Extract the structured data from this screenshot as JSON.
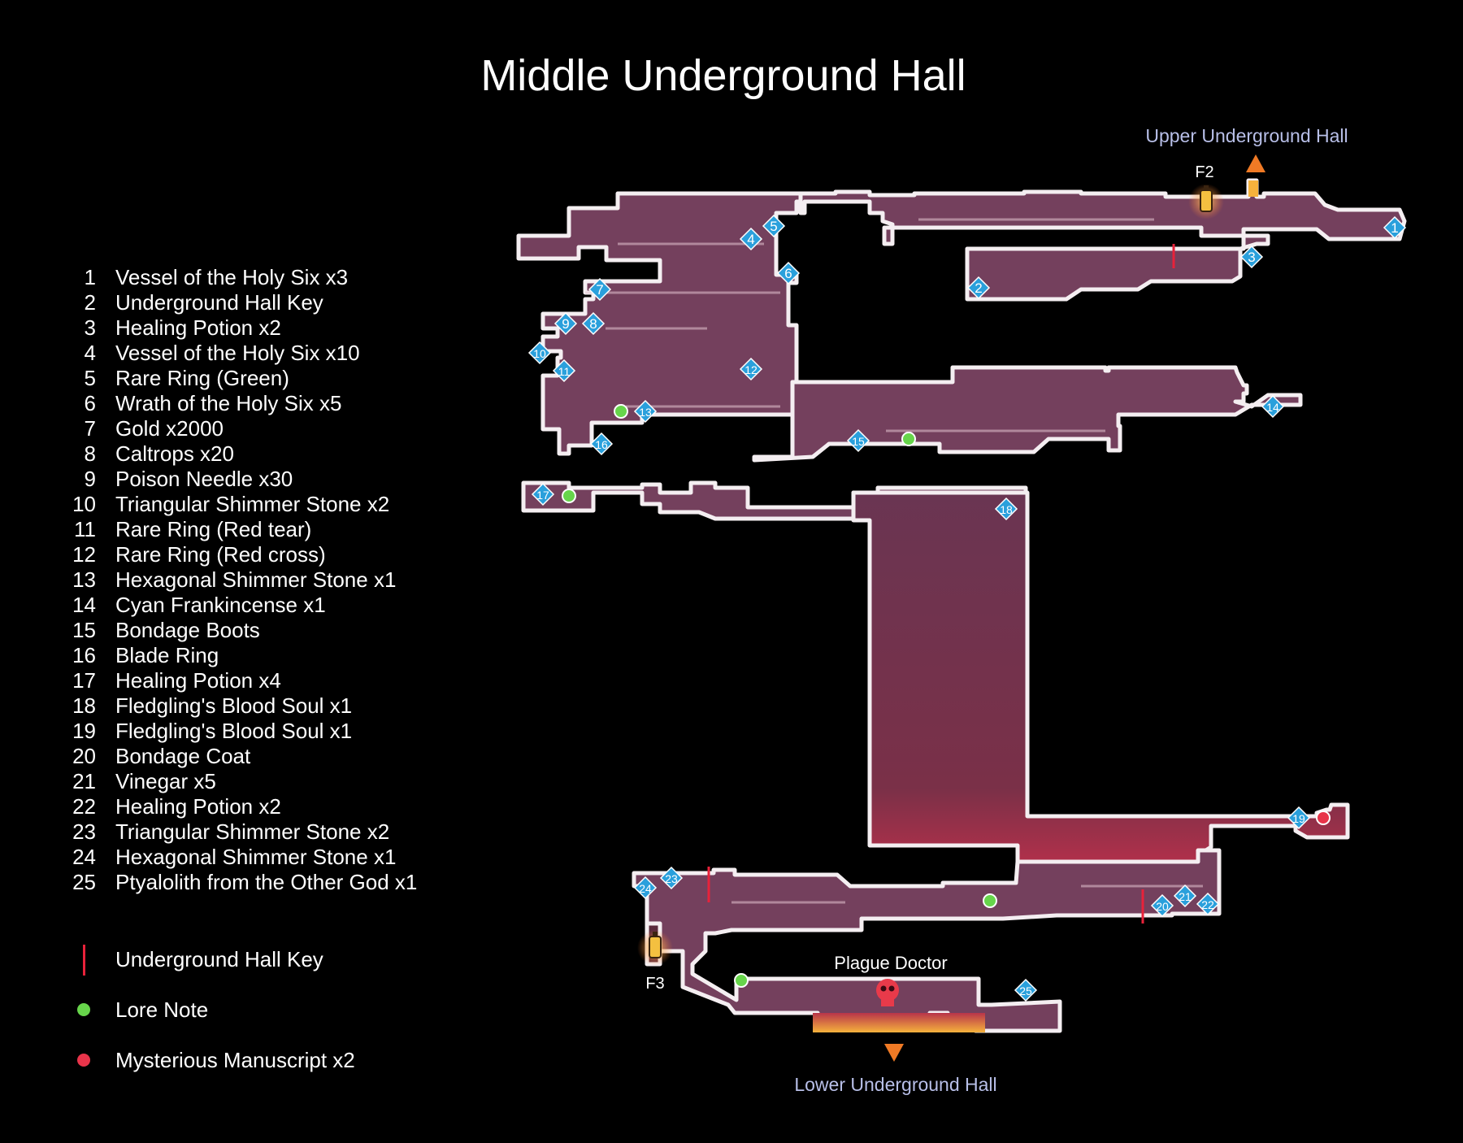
{
  "title": "Middle Underground Hall",
  "colors": {
    "background": "#000000",
    "room_fill": "#74405d",
    "room_edge": "#f4eef1",
    "lava": "#f2a93a",
    "marker": "#2aa0dc",
    "lore_note": "#67d54b",
    "manuscript": "#e8344a",
    "key_mark": "#e8223a",
    "area_link_text": "#b8bfe8",
    "arrow": "#f07a25"
  },
  "legend": [
    {
      "num": "1",
      "label": "Vessel of the Holy Six x3"
    },
    {
      "num": "2",
      "label": "Underground Hall Key"
    },
    {
      "num": "3",
      "label": "Healing Potion x2"
    },
    {
      "num": "4",
      "label": "Vessel of the Holy Six x10"
    },
    {
      "num": "5",
      "label": "Rare Ring (Green)"
    },
    {
      "num": "6",
      "label": "Wrath of the Holy Six x5"
    },
    {
      "num": "7",
      "label": "Gold x2000"
    },
    {
      "num": "8",
      "label": "Caltrops x20"
    },
    {
      "num": "9",
      "label": "Poison Needle x30"
    },
    {
      "num": "10",
      "label": "Triangular Shimmer Stone x2"
    },
    {
      "num": "11",
      "label": "Rare Ring (Red tear)"
    },
    {
      "num": "12",
      "label": "Rare Ring (Red cross)"
    },
    {
      "num": "13",
      "label": "Hexagonal Shimmer Stone x1"
    },
    {
      "num": "14",
      "label": "Cyan Frankincense x1"
    },
    {
      "num": "15",
      "label": "Bondage Boots"
    },
    {
      "num": "16",
      "label": "Blade Ring"
    },
    {
      "num": "17",
      "label": "Healing Potion x4"
    },
    {
      "num": "18",
      "label": "Fledgling's Blood Soul x1"
    },
    {
      "num": "19",
      "label": "Fledgling's Blood Soul x1"
    },
    {
      "num": "20",
      "label": "Bondage Coat"
    },
    {
      "num": "21",
      "label": "Vinegar x5"
    },
    {
      "num": "22",
      "label": "Healing Potion x2"
    },
    {
      "num": "23",
      "label": "Triangular Shimmer Stone x2"
    },
    {
      "num": "24",
      "label": "Hexagonal Shimmer Stone x1"
    },
    {
      "num": "25",
      "label": "Ptyalolith from the Other God x1"
    }
  ],
  "symbols": [
    {
      "kind": "key",
      "label": "Underground Hall Key"
    },
    {
      "kind": "lore",
      "label": "Lore Note"
    },
    {
      "kind": "manuscript",
      "label": "Mysterious Manuscript x2"
    }
  ],
  "map_labels": {
    "upper_exit": "Upper Underground Hall",
    "lower_exit": "Lower Underground Hall",
    "save_f2": "F2",
    "save_f3": "F3",
    "boss": "Plague Doctor"
  }
}
